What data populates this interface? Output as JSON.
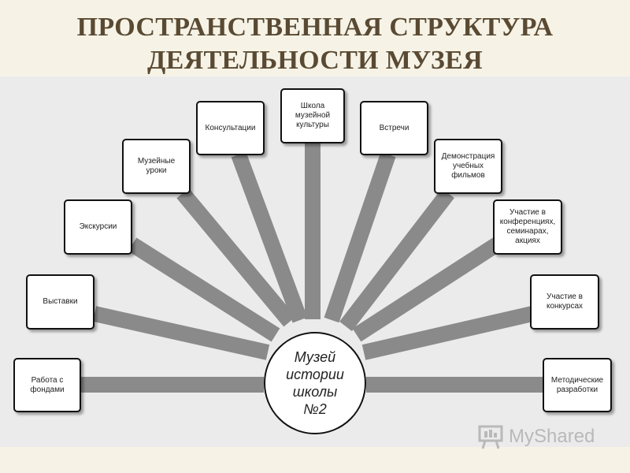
{
  "title": {
    "line1": "ПРОСТРАНСТВЕННАЯ СТРУКТУРА",
    "line2": "ДЕЯТЕЛЬНОСТИ МУЗЕЯ"
  },
  "center": "Музей\nистории\nшколы\n№2",
  "nodes": [
    "Работа с\nфондами",
    "Выставки",
    "Экскурсии",
    "Музейные\nуроки",
    "Консультации",
    "Школа\nмузейной\nкультуры",
    "Встречи",
    "Демонстрация\nучебных\nфильмов",
    "Участие в\nконференциях,\nсеминарах,\nакциях",
    "Участие в\nконкурсах",
    "Методические\nразработки"
  ],
  "watermark": {
    "text": "MyShared",
    "icon": "presentation-board-icon"
  },
  "colors": {
    "title": "#5a4a33",
    "spoke": "#8a8a8a",
    "background": "#f6f3e6",
    "band": "#ebebeb"
  }
}
